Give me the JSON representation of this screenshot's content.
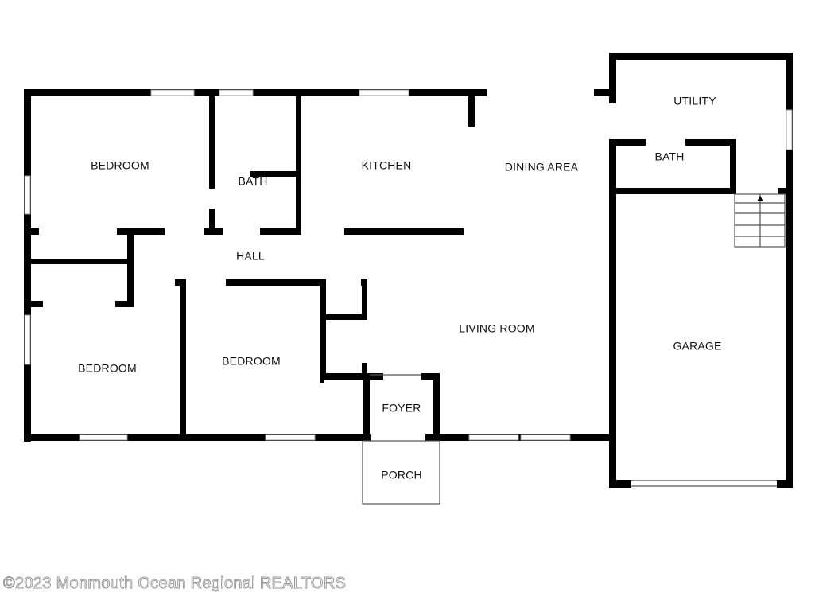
{
  "floorplan": {
    "rooms": {
      "bedroom_1": "BEDROOM",
      "bath_1": "BATH",
      "kitchen": "KITCHEN",
      "dining_area": "DINING AREA",
      "utility": "UTILITY",
      "bath_2": "BATH",
      "hall": "HALL",
      "living_room": "LIVING ROOM",
      "garage": "GARAGE",
      "bedroom_2": "BEDROOM",
      "bedroom_3": "BEDROOM",
      "foyer": "FOYER",
      "porch": "PORCH"
    },
    "wall_color": "#000000",
    "background_color": "#ffffff"
  },
  "watermark": {
    "text": "©2023 Monmouth Ocean Regional REALTORS"
  }
}
